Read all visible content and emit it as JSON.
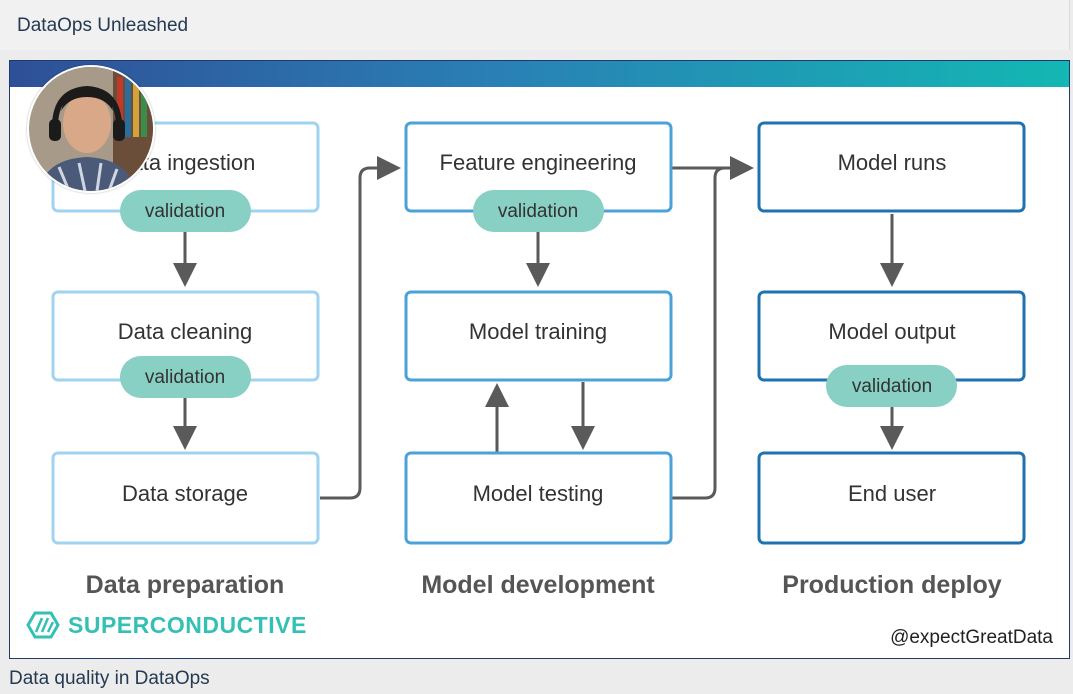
{
  "header": {
    "title": "DataOps Unleashed"
  },
  "caption": "Data quality in DataOps",
  "slide": {
    "columns": [
      {
        "label": "Data preparation",
        "color": "#9fd3ef",
        "nodes": [
          {
            "label": "Data ingestion",
            "validation": "validation"
          },
          {
            "label": "Data cleaning",
            "validation": "validation"
          },
          {
            "label": "Data storage"
          }
        ]
      },
      {
        "label": "Model development",
        "color": "#4aa2d8",
        "nodes": [
          {
            "label": "Feature engineering",
            "validation": "validation"
          },
          {
            "label": "Model training"
          },
          {
            "label": "Model testing"
          }
        ]
      },
      {
        "label": "Production deploy",
        "color": "#1f72b0",
        "nodes": [
          {
            "label": "Model runs"
          },
          {
            "label": "Model output",
            "validation": "validation"
          },
          {
            "label": "End user"
          }
        ]
      }
    ],
    "brand": "SUPERCONDUCTIVE",
    "handle": "@expectGreatData",
    "colors": {
      "pill": "#88cfc4",
      "arrow": "#5a5a5a",
      "brand": "#33c0b5"
    },
    "presenter_icon": "presenter-avatar"
  }
}
